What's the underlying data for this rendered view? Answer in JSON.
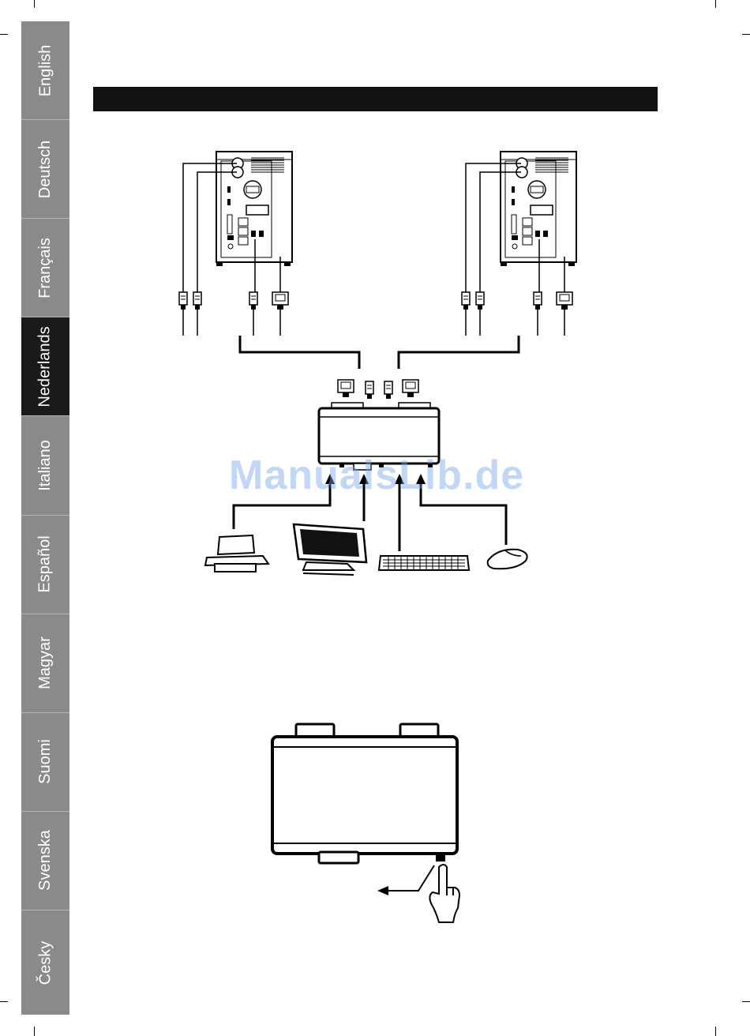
{
  "sidebar": {
    "items": [
      {
        "label": "English",
        "active": false
      },
      {
        "label": "Deutsch",
        "active": false
      },
      {
        "label": "Français",
        "active": false
      },
      {
        "label": "Nederlands",
        "active": true
      },
      {
        "label": "Italiano",
        "active": false
      },
      {
        "label": "Español",
        "active": false
      },
      {
        "label": "Magyar",
        "active": false
      },
      {
        "label": "Suomi",
        "active": false
      },
      {
        "label": "Svenska",
        "active": false
      },
      {
        "label": "Česky",
        "active": false
      }
    ]
  },
  "section_bar": {
    "title": ""
  },
  "watermark": "ManualsLib.de",
  "colors": {
    "tab_inactive": "#8a8a8a",
    "tab_active": "#1a1a1a",
    "bar": "#111111"
  }
}
